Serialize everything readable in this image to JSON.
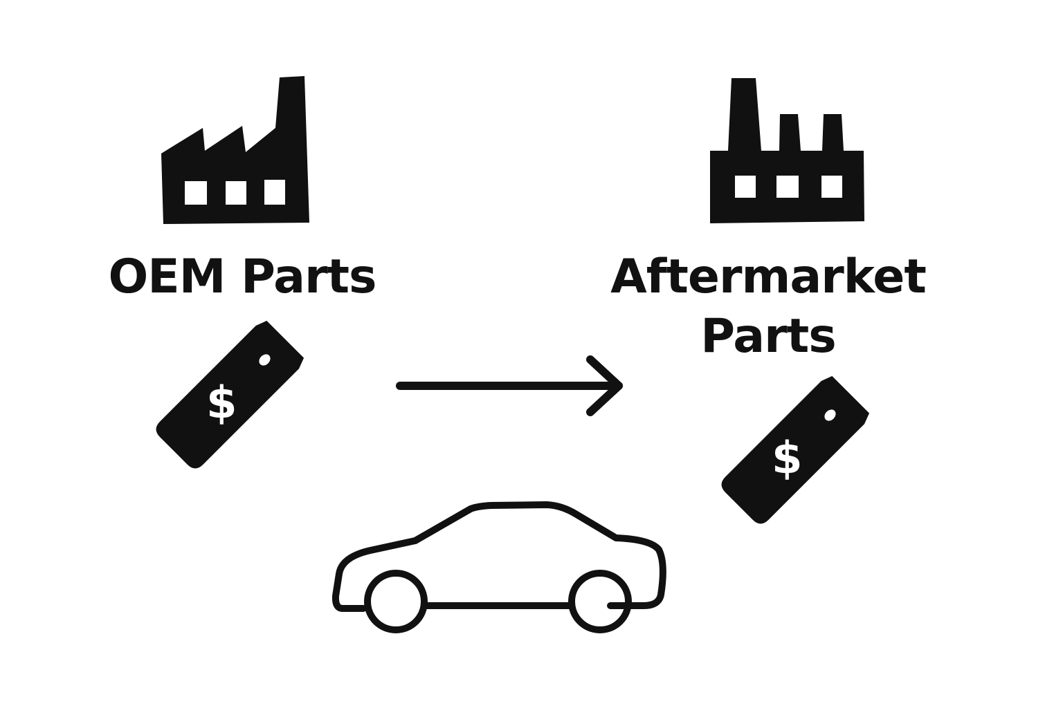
{
  "oem": {
    "label": "OEM Parts",
    "factory_icon": "factory-sawtooth-icon",
    "price_icon": "price-tag-dollar-icon"
  },
  "aftermarket": {
    "label_line1": "Aftermarket",
    "label_line2": "Parts",
    "factory_icon": "factory-smokestacks-icon",
    "price_icon": "price-tag-dollar-icon"
  },
  "connector_icon": "arrow-right-icon",
  "vehicle_icon": "car-outline-icon",
  "colors": {
    "ink": "#111111",
    "background": "#ffffff"
  }
}
